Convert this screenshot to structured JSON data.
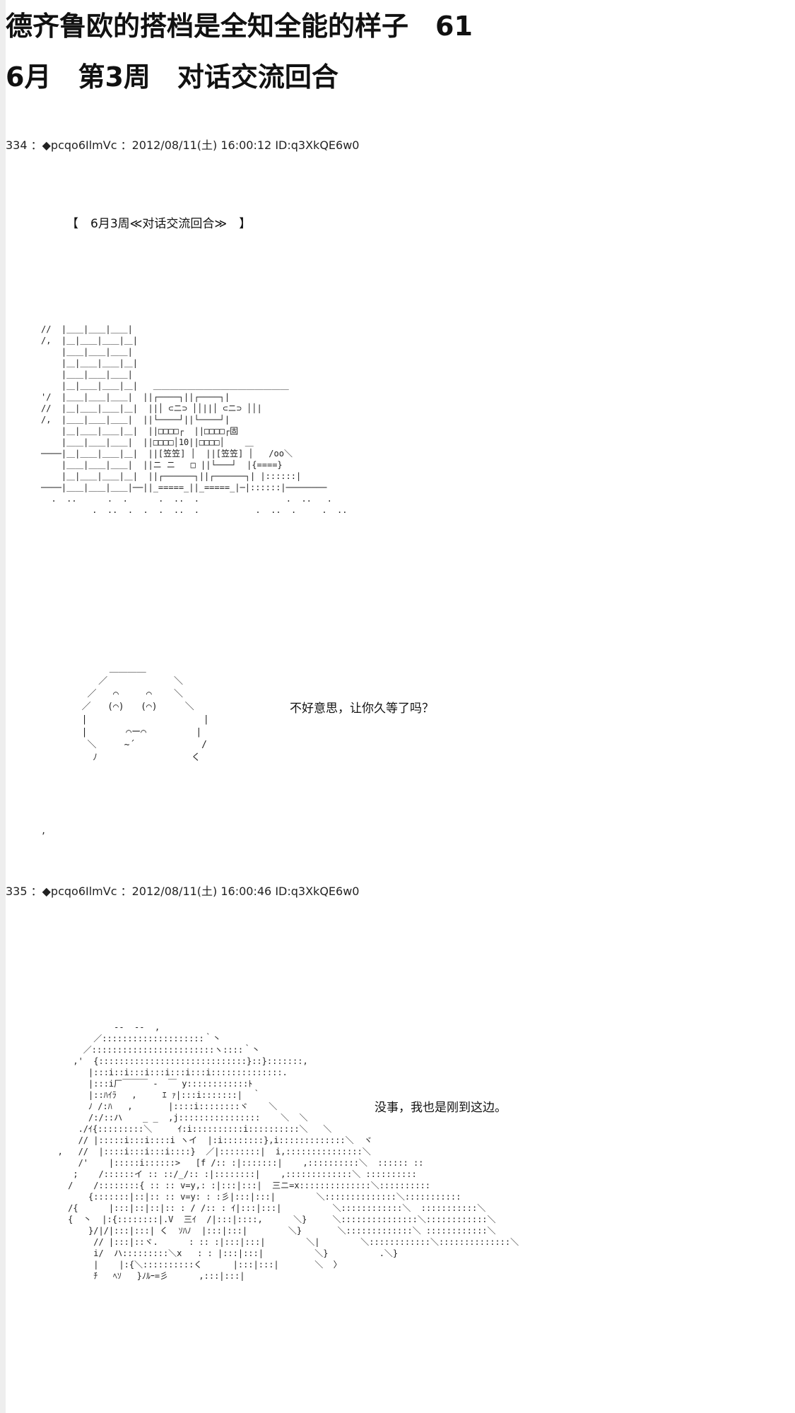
{
  "page": {
    "title_line1": "德齐鲁欧的搭档是全知全能的样子　61",
    "title_line2": "6月　第3周　对话交流回合"
  },
  "posts": [
    {
      "header": "334 ：◆pcqo6IlmVc ：2012/08/11(土) 16:00:12 ID:q3XkQE6w0",
      "chapter_label": "【　6月3周≪对话交流回合≫　】",
      "scene_art": "//  |＿＿|＿＿|＿＿|\n/,  |＿|＿＿|＿＿|＿|\n    |＿＿|＿＿|＿＿|\n    |＿|＿＿|＿＿|＿|\n    |＿＿|＿＿|＿＿|\n    |＿|＿＿|＿＿|＿|   ＿＿＿＿＿＿＿＿＿＿＿＿＿＿＿＿\n'/  |＿＿|＿＿|＿＿|  ||┌────┐||┌────┐|\n//  |＿|＿＿|＿＿|＿|  ||│ ⊂ニ⊃ ││||│ ⊂ニ⊃ ││|\n/,  |＿＿|＿＿|＿＿|  ||└────┘||└────┘|\n    |＿|＿＿|＿＿|＿|  ||□□□□┌  ||□□□□┌固\n    |＿＿|＿＿|＿＿|  ||□□□□│10||□□□□│    ＿\n────|＿|＿＿|＿＿|＿|  ||[笠笠] │  ||[笠笠] │   /oo＼\n    |＿＿|＿＿|＿＿|  ||ニ ニ   □ ||└───┘  |{====}\n    |＿|＿＿|＿＿|＿|  ||┌──────┐||┌──────┐| |::::::|\n────|＿＿|＿＿|＿＿|──||_=====_||_=====_|─|::::::|────────\n  .  ..      .  .      .  ..  .                 .  ..   .\n          .  ..  .  .  .  ..  .           .  ..  .     .  ..",
      "speaker_art": "       ＿＿＿＿\n     ／            ＼\n   ／   ⌒     ⌒    ＼\n  ／   (⌒)   (⌒)     ＼\n  |                     |\n  |       ⌒ー⌒         |\n   ＼     ~´            /\n    ﾉ                 く",
      "dialogue": "不好意思，让你久等了吗？",
      "trailing_mark": ","
    },
    {
      "header": "335 ：◆pcqo6IlmVc ：2012/08/11(土) 16:00:46 ID:q3XkQE6w0",
      "character_art": "              -‐  ‐-  ,\n          ／::::::::::::::::::::｀丶\n        ／::::::::::::::::::::::::ヽ::::｀丶\n      ,'  {:::::::::::::::::::::::::::::}::}:::::::,\n         |:::i::i:::i:::i:::i:::i::::::::::::::.\n         |:::i厂￣￣￣ -  ￣ y::::::::::::ﾄ\n         |::ﾊｲﾗ   ,     ｴ ｧ|:::i:::::::|  ｀\n         ﾉ /:ﾊ   ,       |::::i::::::::ヾ    ＼\n         /:/::ハ    _ _  ,j::::::::::::::::    ＼  ＼\n       ./ｲ{:::::::::＼     ｲ:i::::::::::i::::::::::＼   ＼\n       // |:::::i:::i::::i ヽイ  |:i::::::::},i:::::::::::::＼  ヾ\n   ,   //  |::::i:::i:::i::::}  ／|::::::::|  i,:::::::::::::::＼\n       /'    |:::::i::::::>   [f /:: :|:::::::|    ,::::::::::＼  :::::: ::\n      ;    /::::::イ :: ::/_/:: :|::::::::|    ,:::::::::::::＼ ::::::::::\n     /    /::::::::{ :: :: v=y,: :|:::|:::|  三ニ=x::::::::::::::＼::::::::::\n         {:::::::|::|:: :: v=y: : :彡|:::|:::|        ＼::::::::::::::＼:::::::::::\n     /{      |:::|::|::|:: : / /:: : ｲ|:::|:::|          ＼::::::::::::＼  :::::::::::＼\n     {  丶  |:{::::::::|.V  三ｲ  /|:::|::::,      ＼}     ＼:::::::::::::::＼::::::::::::＼\n         }/|/|:::|:::| く  ｿﾊﾉ  |:::|:::|        ＼}       ＼:::::::::::::＼ ::::::::::::＼\n          // |:::|::ヾ.      : :: :|:::|:::|        ＼|        ＼::::::::::::＼::::::::::::::＼\n          i/  ハ:::::::::＼x   : : |:::|:::|          ＼}          .＼}\n          |    |:{＼::::::::::く      |:::|:::|       ＼  〉\n          ﾁ   ﾍｿ   }ﾉﾙｰ=彡      ,:::|:::|",
      "dialogue": "没事，我也是刚到这边。"
    }
  ]
}
